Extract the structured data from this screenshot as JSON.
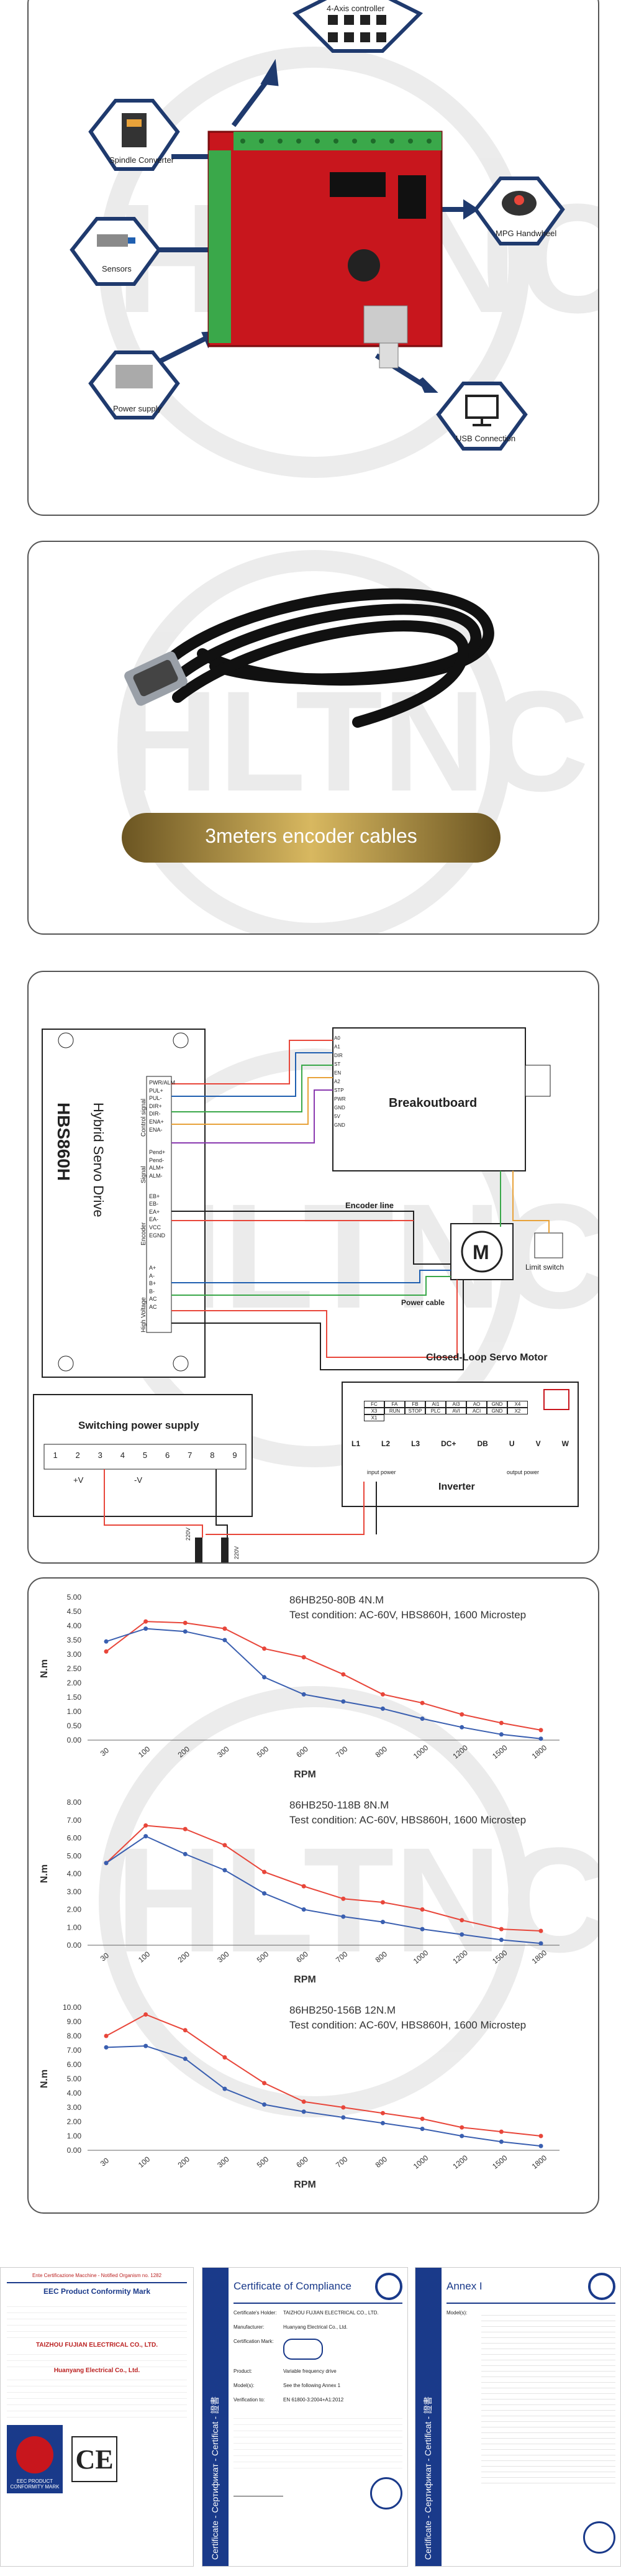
{
  "panel1": {
    "nodes": {
      "axis_controller": "4-Axis controller",
      "spindle": "Spindle Converter",
      "mpg": "MPG Handwheel",
      "sensors": "Sensors",
      "power": "Power supply",
      "usb": "USB Connection"
    }
  },
  "panel2": {
    "banner": "3meters encoder cables"
  },
  "panel3": {
    "drive_model": "HBS860H",
    "drive_name": "Hybrid Servo Drive",
    "breakout_title": "Breakoutboard",
    "encoder_line": "Encoder line",
    "power_cable": "Power cable",
    "motor_label": "Closed-Loop Servo Motor",
    "limit_switch": "Limit switch",
    "psu_title": "Switching power supply",
    "inverter": "Inverter",
    "input_power": "input power",
    "output_power": "output power",
    "group_control": "Control signal",
    "group_signal": "Signal",
    "group_encoder": "Encoder",
    "group_hv": "High Voltage",
    "pins_control": [
      "PWR/ALM",
      "PUL+",
      "PUL-",
      "DIR+",
      "DIR-",
      "ENA+",
      "ENA-"
    ],
    "pins_signal": [
      "Pend+",
      "Pend-",
      "ALM+",
      "ALM-"
    ],
    "pins_encoder": [
      "EB+",
      "EB-",
      "EA+",
      "EA-",
      "VCC",
      "EGND"
    ],
    "pins_hv": [
      "A+",
      "A-",
      "B+",
      "B-",
      "AC",
      "AC"
    ],
    "psu_terminals": [
      "1",
      "2",
      "3",
      "4",
      "5",
      "6",
      "7",
      "8",
      "9"
    ],
    "psu_signs": [
      "+V",
      "-V"
    ],
    "inverter_top": [
      "FC",
      "FA",
      "FB",
      "AI1",
      "AI3",
      "AO",
      "GND",
      "X4",
      "X3",
      "RUN",
      "STOP",
      "PLC",
      "AVI",
      "ACI",
      "GND",
      "X2",
      "X1"
    ],
    "inverter_bottom": [
      "L1",
      "L2",
      "L3",
      "DC+",
      "DB",
      "U",
      "V",
      "W"
    ],
    "mains": [
      "220V",
      "220V"
    ],
    "breakout_pins": [
      "A0",
      "A1",
      "DIR",
      "ST",
      "EN",
      "A2",
      "STP",
      "PWR",
      "GND",
      "5V",
      "GND"
    ]
  },
  "chart_data": [
    {
      "type": "line",
      "title": "86HB250-80B 4N.M",
      "subtitle": "Test condition:   AC-60V,  HBS860H,  1600 Microstep",
      "xlabel": "RPM",
      "ylabel": "N.m",
      "categories": [
        "30",
        "100",
        "200",
        "300",
        "500",
        "600",
        "700",
        "800",
        "1000",
        "1200",
        "1500",
        "1800"
      ],
      "ylim": [
        0,
        5
      ],
      "yticks": [
        "0.00",
        "0.50",
        "1.00",
        "1.50",
        "2.00",
        "2.50",
        "3.00",
        "3.50",
        "4.00",
        "4.50",
        "5.00"
      ],
      "series": [
        {
          "color": "#e8463a",
          "values": [
            3.1,
            4.15,
            4.1,
            3.9,
            3.2,
            2.9,
            2.3,
            1.6,
            1.3,
            0.9,
            0.6,
            0.35
          ]
        },
        {
          "color": "#3a5fb0",
          "values": [
            3.45,
            3.9,
            3.8,
            3.5,
            2.2,
            1.6,
            1.35,
            1.1,
            0.75,
            0.45,
            0.2,
            0.05
          ]
        }
      ],
      "grid": false
    },
    {
      "type": "line",
      "title": "86HB250-118B 8N.M",
      "subtitle": "Test condition:   AC-60V,  HBS860H,  1600 Microstep",
      "xlabel": "RPM",
      "ylabel": "N.m",
      "categories": [
        "30",
        "100",
        "200",
        "300",
        "500",
        "600",
        "700",
        "800",
        "1000",
        "1200",
        "1500",
        "1800"
      ],
      "ylim": [
        0,
        8
      ],
      "yticks": [
        "0.00",
        "1.00",
        "2.00",
        "3.00",
        "4.00",
        "5.00",
        "6.00",
        "7.00",
        "8.00"
      ],
      "series": [
        {
          "color": "#e8463a",
          "values": [
            4.6,
            6.7,
            6.5,
            5.6,
            4.1,
            3.3,
            2.6,
            2.4,
            2.0,
            1.4,
            0.9,
            0.8
          ]
        },
        {
          "color": "#3a5fb0",
          "values": [
            4.6,
            6.1,
            5.1,
            4.2,
            2.9,
            2.0,
            1.6,
            1.3,
            0.9,
            0.6,
            0.3,
            0.1
          ]
        }
      ],
      "grid": false
    },
    {
      "type": "line",
      "title": "86HB250-156B 12N.M",
      "subtitle": "Test condition:   AC-60V,  HBS860H,  1600 Microstep",
      "xlabel": "RPM",
      "ylabel": "N.m",
      "categories": [
        "30",
        "100",
        "200",
        "300",
        "500",
        "600",
        "700",
        "800",
        "1000",
        "1200",
        "1500",
        "1800"
      ],
      "ylim": [
        0,
        10
      ],
      "yticks": [
        "0.00",
        "1.00",
        "2.00",
        "3.00",
        "4.00",
        "5.00",
        "6.00",
        "7.00",
        "8.00",
        "9.00",
        "10.00"
      ],
      "series": [
        {
          "color": "#e8463a",
          "values": [
            8.0,
            9.5,
            8.4,
            6.5,
            4.7,
            3.4,
            3.0,
            2.6,
            2.2,
            1.6,
            1.3,
            1.0
          ]
        },
        {
          "color": "#3a5fb0",
          "values": [
            7.2,
            7.3,
            6.4,
            4.3,
            3.2,
            2.7,
            2.3,
            1.9,
            1.5,
            1.0,
            0.6,
            0.3
          ]
        }
      ],
      "grid": false
    }
  ],
  "certs": {
    "c1": {
      "title1": "Ente Certificazione Macchine - Notified Organism no. 1282",
      "title2": "EEC Product Conformity Mark",
      "company1": "TAIZHOU FUJIAN ELECTRICAL CO., LTD.",
      "company2": "Huanyang Electrical Co., Ltd.",
      "badge": "EEC PRODUCT CONFORMITY MARK",
      "ce": "CE"
    },
    "c2": {
      "side": "Certificate - Сертификат - Certificat - 證書",
      "title": "Certificate of Compliance",
      "fields": [
        "Certificate's Holder:",
        "Manufacturer:",
        "Certification Mark:",
        "Product:",
        "Model(s):",
        "Verification to:"
      ],
      "values": [
        "TAIZHOU FUJIAN ELECTRICAL CO., LTD.",
        "Huanyang Electrical Co., Ltd.",
        "",
        "Variable frequency drive",
        "See the following Annex 1",
        "EN 61800-3:2004+A1:2012"
      ]
    },
    "c3": {
      "side": "Certificate - Сертификат - Certificat - 證書",
      "title": "Annex I",
      "fields": [
        "Model(s):"
      ]
    }
  }
}
